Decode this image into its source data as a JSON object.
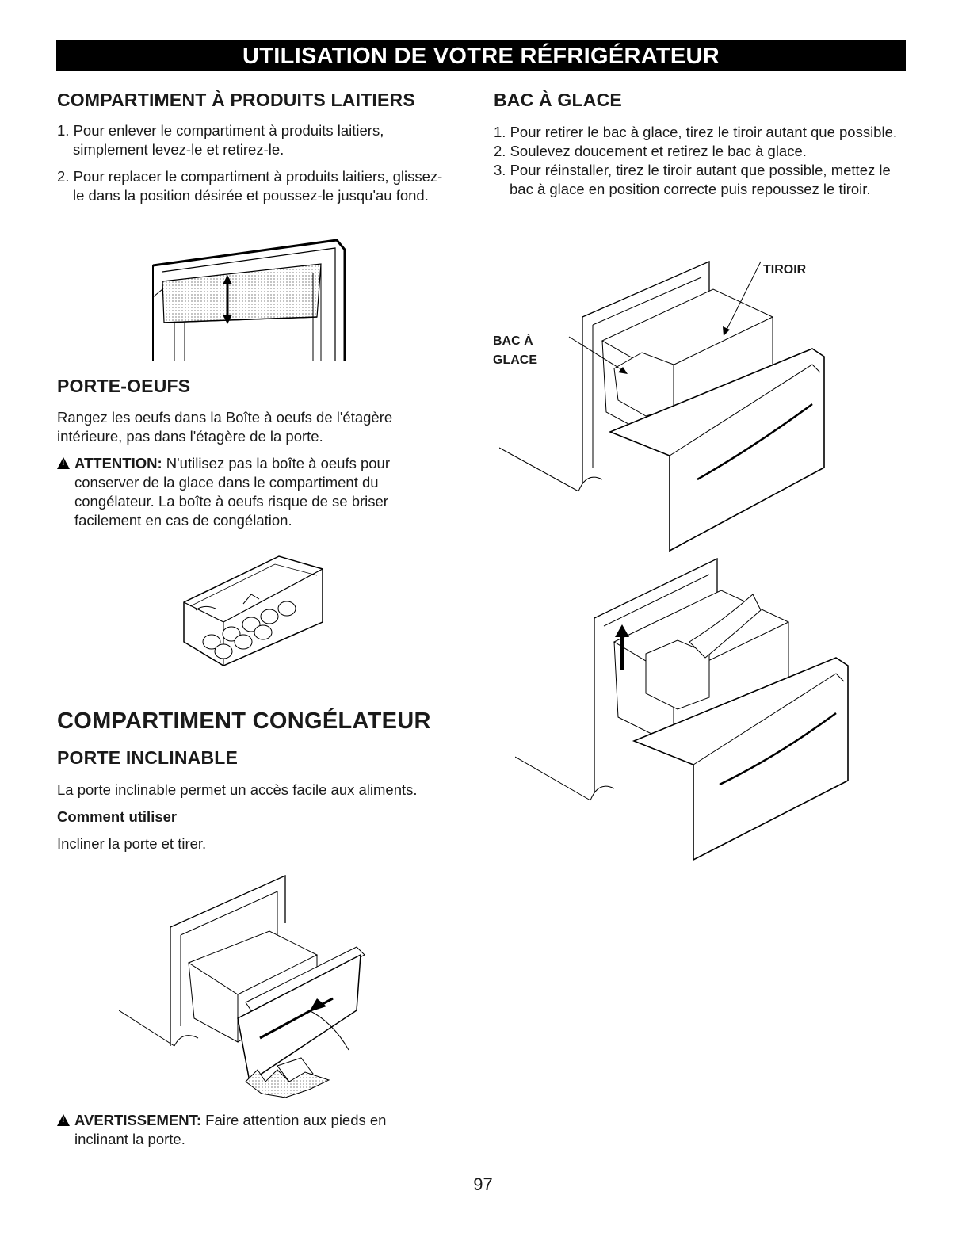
{
  "header": {
    "title": "UTILISATION DE VOTRE RÉFRIGÉRATEUR"
  },
  "dairy": {
    "heading": "COMPARTIMENT À PRODUITS LAITIERS",
    "steps": [
      "1. Pour enlever le compartiment à produits laitiers, simplement levez-le et retirez-le.",
      "2. Pour replacer le compartiment à produits laitiers, glissez-le dans la position désirée et poussez-le jusqu'au fond."
    ]
  },
  "eggs": {
    "heading": "PORTE-OEUFS",
    "text": "Rangez les oeufs dans la Boîte à oeufs de l'étagère intérieure, pas dans l'étagère de la porte.",
    "attention_label": "ATTENTION:",
    "attention_text": " N'utilisez pas la boîte à oeufs pour conserver de la glace dans le compartiment du congélateur. La boîte à oeufs risque de se briser facilement en cas de congélation."
  },
  "freezer": {
    "heading": "COMPARTIMENT CONGÉLATEUR",
    "subheading": "PORTE INCLINABLE",
    "text": "La porte inclinable permet un accès facile aux aliments.",
    "howto_label": "Comment utiliser",
    "howto_text": "Incliner la porte et tirer.",
    "warning_label": "AVERTISSEMENT:",
    "warning_text": " Faire attention aux pieds en inclinant la porte."
  },
  "ice": {
    "heading": "BAC À GLACE",
    "steps": [
      "1. Pour retirer le bac à glace, tirez le tiroir autant que possible.",
      "2. Soulevez doucement et retirez le bac à glace.",
      "3. Pour réinstaller, tirez le tiroir autant que possible, mettez le bac à glace en position correcte puis repoussez le tiroir."
    ],
    "label_drawer": "TIROIR",
    "label_bin_line1": "BAC À",
    "label_bin_line2": "GLACE"
  },
  "footer": {
    "page_number": "97"
  }
}
